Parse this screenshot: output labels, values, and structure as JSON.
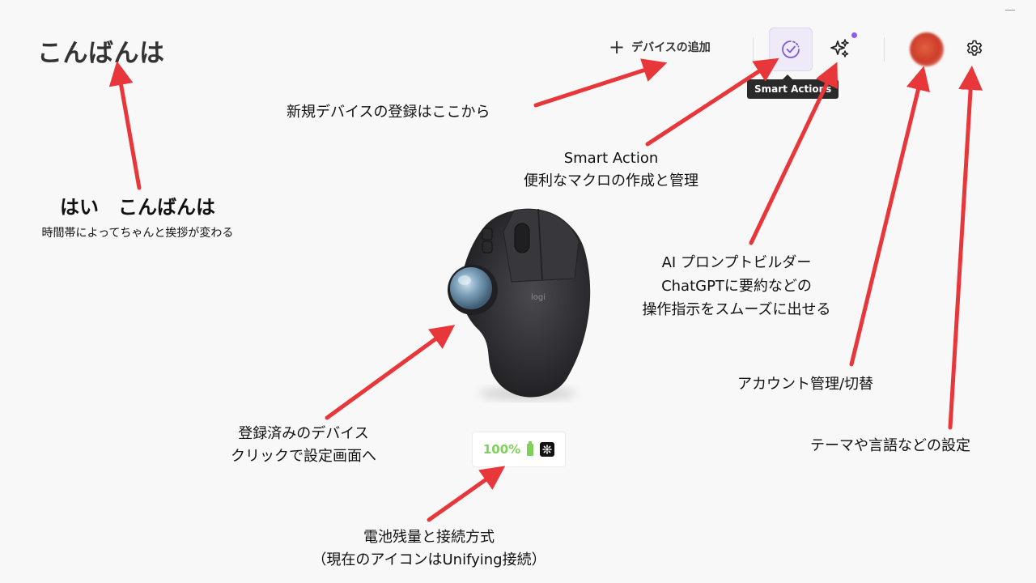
{
  "window": {
    "minimize_glyph": "—"
  },
  "header": {
    "greeting": "こんばんは",
    "add_device_label": "デバイスの追加",
    "smart_actions_tooltip": "Smart Actions",
    "icons": [
      "plus-icon",
      "smart-actions-icon",
      "ai-sparkle-icon",
      "avatar",
      "gear-icon"
    ]
  },
  "device": {
    "name": "logi",
    "battery_percent": "100%",
    "battery_level": 1.0,
    "connection_icon": "unifying-icon"
  },
  "annotations": {
    "greeting": {
      "title": "はい　こんばんは",
      "sub": "時間帯によってちゃんと挨拶が変わる"
    },
    "add_device": "新規デバイスの登録はここから",
    "smart_action": {
      "l1": "Smart Action",
      "l2": "便利なマクロの作成と管理"
    },
    "ai_prompt": {
      "l1": "AI プロンプトビルダー",
      "l2": "ChatGPTに要約などの",
      "l3": "操作指示をスムーズに出せる"
    },
    "account": "アカウント管理/切替",
    "settings": "テーマや言語などの設定",
    "device": {
      "l1": "登録済みのデバイス",
      "l2": "クリックで設定画面へ"
    },
    "battery": {
      "l1": "電池残量と接続方式",
      "l2": "（現在のアイコンはUnifying接続）"
    }
  },
  "colors": {
    "arrow": "#e8373a",
    "battery_green": "#7ed05a",
    "smart_actions_bg": "#eeeaf8",
    "ai_dot": "#8a5cf6"
  }
}
